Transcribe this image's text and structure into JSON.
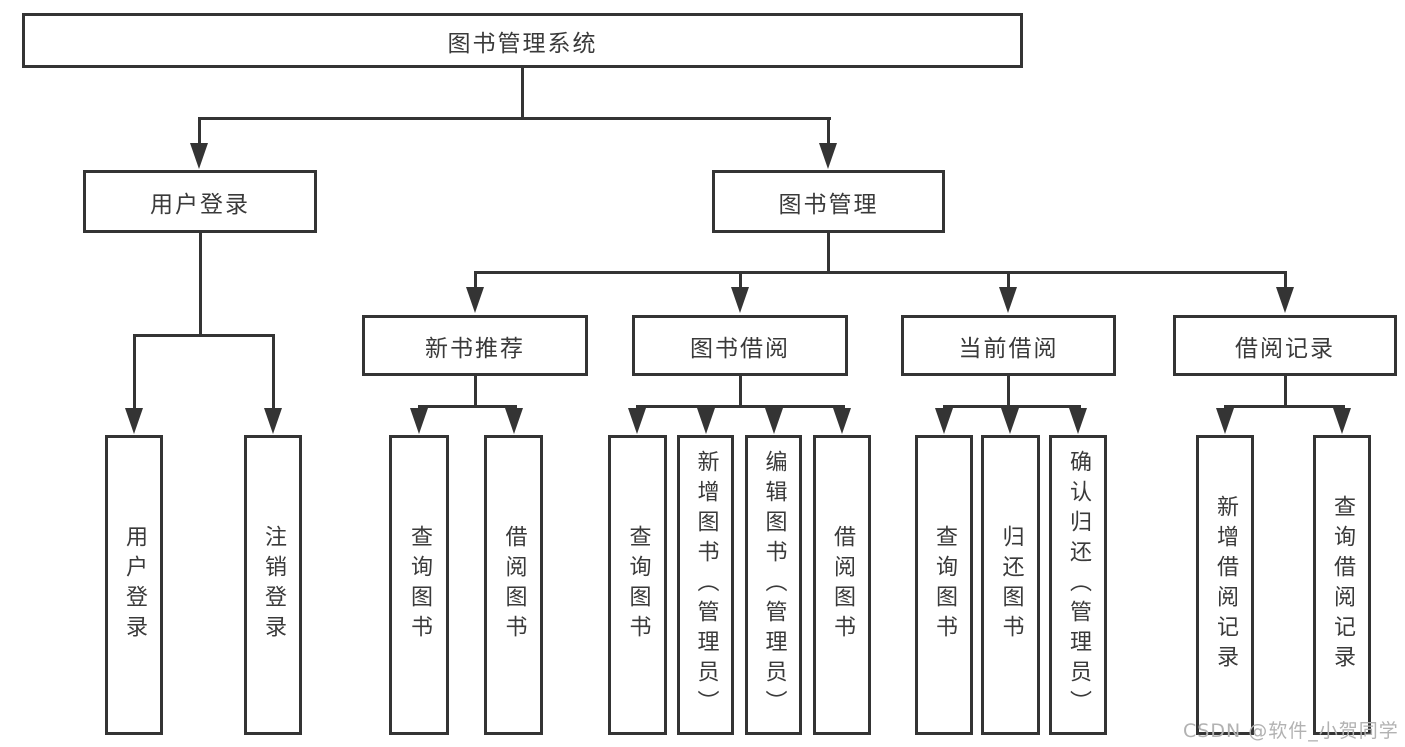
{
  "tree": {
    "label": "图书管理系统",
    "children": [
      {
        "label": "用户登录",
        "children": [
          {
            "label": "用户登录"
          },
          {
            "label": "注销登录"
          }
        ]
      },
      {
        "label": "图书管理",
        "children": [
          {
            "label": "新书推荐",
            "children": [
              {
                "label": "查询图书"
              },
              {
                "label": "借阅图书"
              }
            ]
          },
          {
            "label": "图书借阅",
            "children": [
              {
                "label": "查询图书"
              },
              {
                "label": "新增图书（管理员）"
              },
              {
                "label": "编辑图书（管理员）"
              },
              {
                "label": "借阅图书"
              }
            ]
          },
          {
            "label": "当前借阅",
            "children": [
              {
                "label": "查询图书"
              },
              {
                "label": "归还图书"
              },
              {
                "label": "确认归还（管理员）"
              }
            ]
          },
          {
            "label": "借阅记录",
            "children": [
              {
                "label": "新增借阅记录"
              },
              {
                "label": "查询借阅记录"
              }
            ]
          }
        ]
      }
    ]
  },
  "watermark": {
    "text": "CSDN @软件_小贺同学"
  },
  "colors": {
    "line": "#343434",
    "text": "#3a3a3a",
    "box_fill": "#ffffff",
    "watermark": "#b2b2b2",
    "background": "#ffffff"
  }
}
